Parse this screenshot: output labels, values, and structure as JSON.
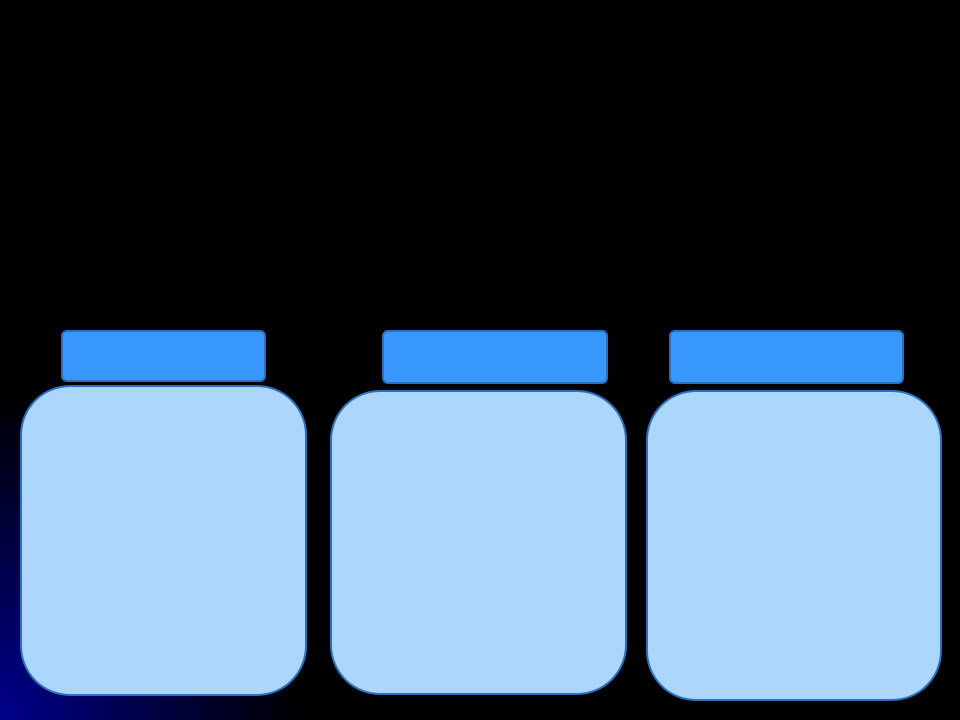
{
  "colors": {
    "background": "#000000",
    "corner_glow": "#00008c",
    "jar_lid": "#3898fc",
    "jar_body": "#acd6fc",
    "jar_outline": "#2a6fc0"
  },
  "jars": [
    {
      "name": "jar-1"
    },
    {
      "name": "jar-2"
    },
    {
      "name": "jar-3"
    }
  ]
}
